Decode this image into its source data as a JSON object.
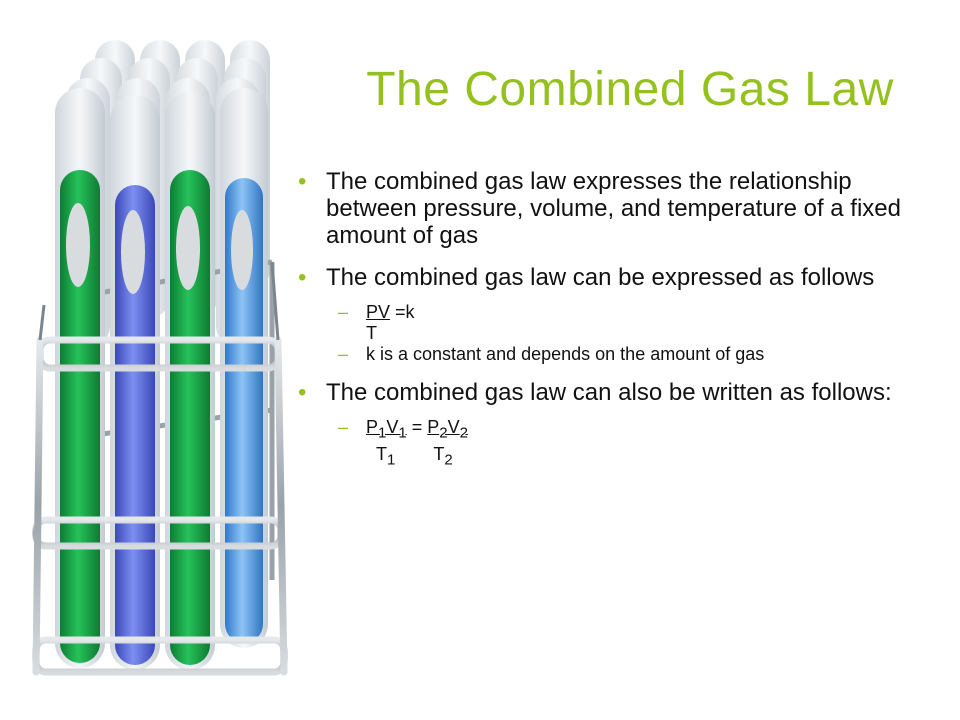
{
  "slide": {
    "title": "The Combined Gas Law",
    "bullets": [
      "The combined gas law expresses the relationship between pressure, volume, and temperature of a fixed amount of gas",
      "The combined gas law can be expressed as follows",
      "The combined gas law can also be written as follows:"
    ],
    "formula1": {
      "num": "PV",
      "eq": " =k",
      "den": "T"
    },
    "constant_note": "k is  a constant and depends on the amount of gas",
    "formula2": {
      "p1": "P",
      "s1a": "1",
      "v1": "V",
      "s1b": "1",
      "eq": " = ",
      "p2": "P",
      "s2a": "2",
      "v2": "V",
      "s2b": "2",
      "t1": "T",
      "st1": "1",
      "t2": "T",
      "st2": "2"
    }
  },
  "colors": {
    "accent": "#95c11f",
    "green_liquid": "#1aa34a",
    "blue_liquid": "#5b6fe0",
    "light_blue_liquid": "#5aa0e8"
  }
}
